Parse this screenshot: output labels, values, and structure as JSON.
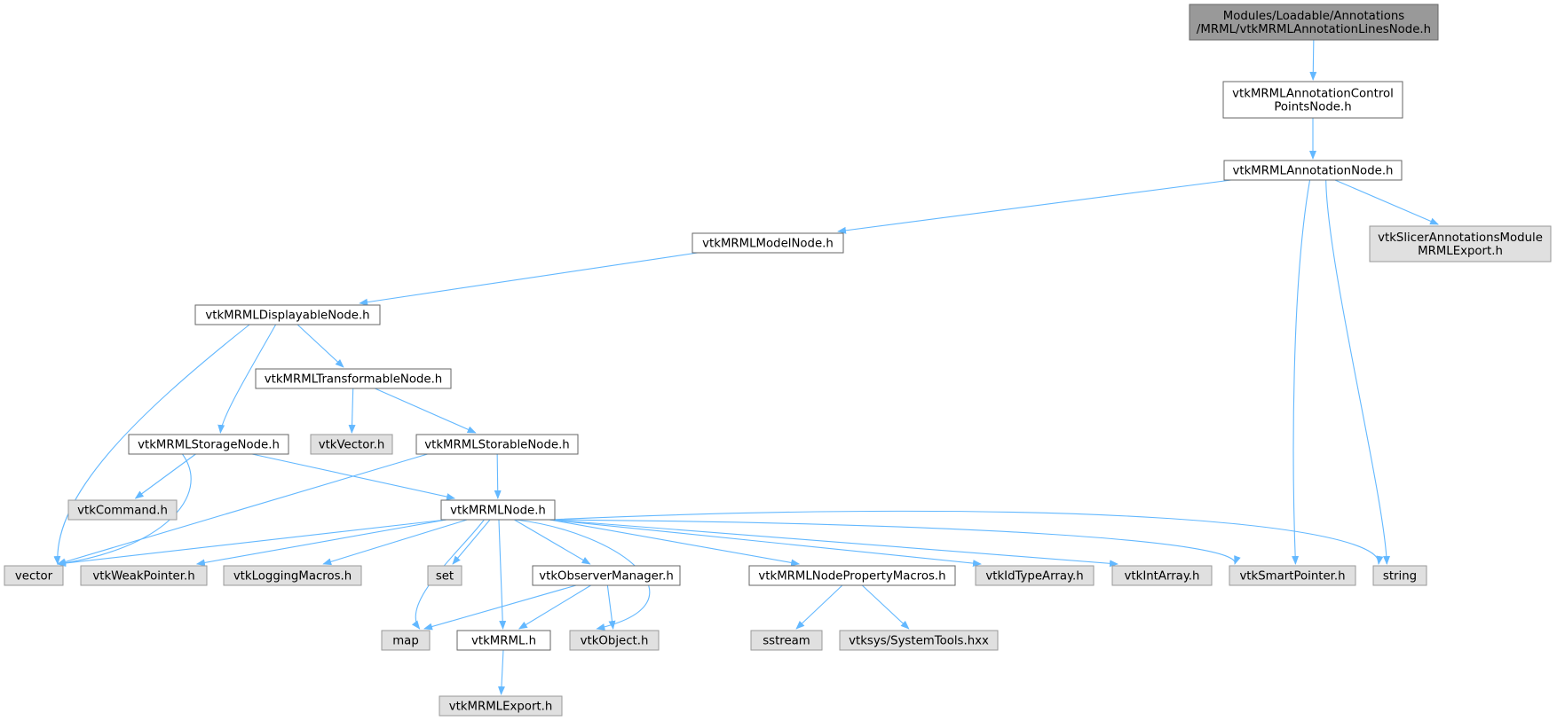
{
  "colors": {
    "root_fill": "#999999",
    "root_stroke": "#666666",
    "local_fill": "#ffffff",
    "local_stroke": "#666666",
    "external_fill": "#e0e0e0",
    "external_stroke": "#999999",
    "edge": "#63b8ff"
  },
  "nodes": [
    {
      "id": "root",
      "lines": [
        "Modules/Loadable/Annotations",
        "/MRML/vtkMRMLAnnotationLinesNode.h"
      ],
      "kind": "root"
    },
    {
      "id": "cpnode",
      "lines": [
        "vtkMRMLAnnotationControl",
        "PointsNode.h"
      ],
      "kind": "local"
    },
    {
      "id": "annode",
      "lines": [
        "vtkMRMLAnnotationNode.h"
      ],
      "kind": "local"
    },
    {
      "id": "modelnode",
      "lines": [
        "vtkMRMLModelNode.h"
      ],
      "kind": "local"
    },
    {
      "id": "slicerexport",
      "lines": [
        "vtkSlicerAnnotationsModule",
        "MRMLExport.h"
      ],
      "kind": "external"
    },
    {
      "id": "displayable",
      "lines": [
        "vtkMRMLDisplayableNode.h"
      ],
      "kind": "local"
    },
    {
      "id": "transformable",
      "lines": [
        "vtkMRMLTransformableNode.h"
      ],
      "kind": "local"
    },
    {
      "id": "storage",
      "lines": [
        "vtkMRMLStorageNode.h"
      ],
      "kind": "local"
    },
    {
      "id": "vtkvector",
      "lines": [
        "vtkVector.h"
      ],
      "kind": "external"
    },
    {
      "id": "storable",
      "lines": [
        "vtkMRMLStorableNode.h"
      ],
      "kind": "local"
    },
    {
      "id": "vtkcommand",
      "lines": [
        "vtkCommand.h"
      ],
      "kind": "external"
    },
    {
      "id": "mrmlnode",
      "lines": [
        "vtkMRMLNode.h"
      ],
      "kind": "local"
    },
    {
      "id": "vector",
      "lines": [
        "vector"
      ],
      "kind": "external"
    },
    {
      "id": "weakptr",
      "lines": [
        "vtkWeakPointer.h"
      ],
      "kind": "external"
    },
    {
      "id": "logging",
      "lines": [
        "vtkLoggingMacros.h"
      ],
      "kind": "external"
    },
    {
      "id": "set",
      "lines": [
        "set"
      ],
      "kind": "external"
    },
    {
      "id": "observer",
      "lines": [
        "vtkObserverManager.h"
      ],
      "kind": "local"
    },
    {
      "id": "propmacros",
      "lines": [
        "vtkMRMLNodePropertyMacros.h"
      ],
      "kind": "local"
    },
    {
      "id": "idtype",
      "lines": [
        "vtkIdTypeArray.h"
      ],
      "kind": "external"
    },
    {
      "id": "intarray",
      "lines": [
        "vtkIntArray.h"
      ],
      "kind": "external"
    },
    {
      "id": "smartptr",
      "lines": [
        "vtkSmartPointer.h"
      ],
      "kind": "external"
    },
    {
      "id": "string",
      "lines": [
        "string"
      ],
      "kind": "external"
    },
    {
      "id": "map",
      "lines": [
        "map"
      ],
      "kind": "external"
    },
    {
      "id": "vtkmrml",
      "lines": [
        "vtkMRML.h"
      ],
      "kind": "local"
    },
    {
      "id": "vtkobject",
      "lines": [
        "vtkObject.h"
      ],
      "kind": "external"
    },
    {
      "id": "sstream",
      "lines": [
        "sstream"
      ],
      "kind": "external"
    },
    {
      "id": "systools",
      "lines": [
        "vtksys/SystemTools.hxx"
      ],
      "kind": "external"
    },
    {
      "id": "mrmlexport",
      "lines": [
        "vtkMRMLExport.h"
      ],
      "kind": "external"
    }
  ],
  "edges": [
    [
      "root",
      "cpnode"
    ],
    [
      "cpnode",
      "annode"
    ],
    [
      "annode",
      "modelnode"
    ],
    [
      "annode",
      "slicerexport"
    ],
    [
      "annode",
      "smartptr"
    ],
    [
      "annode",
      "string"
    ],
    [
      "modelnode",
      "displayable"
    ],
    [
      "displayable",
      "vector"
    ],
    [
      "displayable",
      "storage"
    ],
    [
      "displayable",
      "transformable"
    ],
    [
      "transformable",
      "vtkvector"
    ],
    [
      "transformable",
      "storable"
    ],
    [
      "storage",
      "vtkcommand"
    ],
    [
      "storage",
      "vector"
    ],
    [
      "storage",
      "mrmlnode"
    ],
    [
      "storable",
      "vector"
    ],
    [
      "storable",
      "mrmlnode"
    ],
    [
      "mrmlnode",
      "vector"
    ],
    [
      "mrmlnode",
      "weakptr"
    ],
    [
      "mrmlnode",
      "logging"
    ],
    [
      "mrmlnode",
      "map"
    ],
    [
      "mrmlnode",
      "set"
    ],
    [
      "mrmlnode",
      "vtkmrml"
    ],
    [
      "mrmlnode",
      "observer"
    ],
    [
      "mrmlnode",
      "vtkobject"
    ],
    [
      "mrmlnode",
      "propmacros"
    ],
    [
      "mrmlnode",
      "idtype"
    ],
    [
      "mrmlnode",
      "intarray"
    ],
    [
      "mrmlnode",
      "smartptr"
    ],
    [
      "mrmlnode",
      "string"
    ],
    [
      "observer",
      "map"
    ],
    [
      "observer",
      "vtkmrml"
    ],
    [
      "observer",
      "vtkobject"
    ],
    [
      "propmacros",
      "sstream"
    ],
    [
      "propmacros",
      "systools"
    ],
    [
      "vtkmrml",
      "mrmlexport"
    ]
  ]
}
